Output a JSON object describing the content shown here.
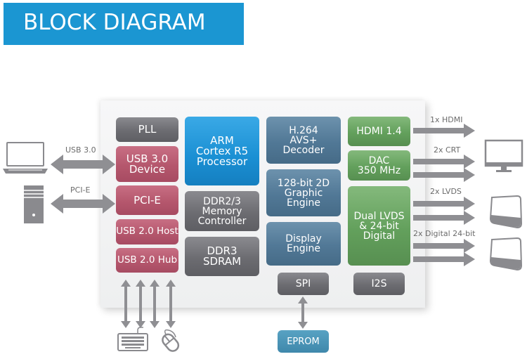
{
  "title": "BLOCK DIAGRAM",
  "colors": {
    "title_bg": "#1b96d2",
    "gray_block": "#6c6c71",
    "pink_block": "#b5576d",
    "arm_block": "#1a8fd3",
    "slate_block": "#517896",
    "green_block": "#63a05c",
    "eprom_block": "#4a91b4",
    "arrow": "#8f8f93"
  },
  "blocks": {
    "pll": "PLL",
    "usb3_device": "USB 3.0\nDevice",
    "pcie": "PCI-E",
    "usb2_host": "USB 2.0 Host",
    "usb2_hub": "USB 2.0 Hub",
    "arm": "ARM\nCortex R5\nProcessor",
    "mem_ctrl": "DDR2/3\nMemory\nController",
    "sdram": "DDR3\nSDRAM",
    "decoder": "H.264\nAVS+\nDecoder",
    "graphic": "128-bit 2D\nGraphic\nEngine",
    "display": "Display\nEngine",
    "spi": "SPI",
    "hdmi": "HDMI 1.4",
    "dac": "DAC\n350 MHz",
    "lvds": "Dual LVDS\n& 24-bit\nDigital",
    "i2s": "I2S",
    "eprom": "EPROM"
  },
  "links": {
    "usb3": "USB 3.0",
    "pcie": "PCI-E",
    "hdmi_out": "1x HDMI",
    "crt_out": "2x CRT",
    "lvds_out": "2x LVDS",
    "digital_out": "2x Digital 24-bit"
  },
  "devices": [
    "laptop",
    "desktop-tower",
    "keyboard",
    "mouse",
    "monitor-crt",
    "lvds-panel-1",
    "lvds-panel-2",
    "eprom-chip"
  ]
}
